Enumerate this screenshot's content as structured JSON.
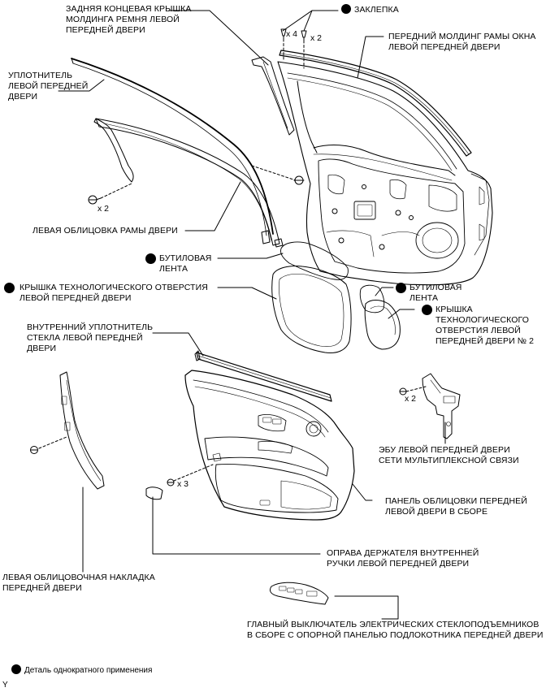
{
  "callouts": {
    "rear_cover": "ЗАДНЯЯ КОНЦЕВАЯ КРЫШКА\nМОЛДИНГА РЕМНЯ ЛЕВОЙ\nПЕРЕДНЕЙ ДВЕРИ",
    "rivet": "ЗАКЛЕПКА",
    "front_molding": "ПЕРЕДНИЙ МОЛДИНГ РАМЫ ОКНА\nЛЕВОЙ ПЕРЕДНЕЙ ДВЕРИ",
    "weatherstrip": "УПЛОТНИТЕЛЬ\nЛЕВОЙ ПЕРЕДНЕЙ\nДВЕРИ",
    "frame_garnish": "ЛЕВАЯ ОБЛИЦОВКА РАМЫ ДВЕРИ",
    "butyl_tape_1": "БУТИЛОВАЯ\nЛЕНТА",
    "service_cover": "КРЫШКА ТЕХНОЛОГИЧЕСКОГО ОТВЕРСТИЯ\nЛЕВОЙ ПЕРЕДНЕЙ ДВЕРИ",
    "butyl_tape_2": "БУТИЛОВАЯ\nЛЕНТА",
    "service_cover_2": "КРЫШКА\nТЕХНОЛОГИЧЕСКОГО\nОТВЕРСТИЯ ЛЕВОЙ\nПЕРЕДНЕЙ ДВЕРИ № 2",
    "inner_seal": "ВНУТРЕННИЙ УПЛОТНИТЕЛЬ\nСТЕКЛА ЛЕВОЙ ПЕРЕДНЕЙ\nДВЕРИ",
    "ecu": "ЭБУ ЛЕВОЙ ПЕРЕДНЕЙ ДВЕРИ\nСЕТИ МУЛЬТИПЛЕКСНОЙ СВЯЗИ",
    "trim_panel": "ПАНЕЛЬ ОБЛИЦОВКИ ПЕРЕДНЕЙ\nЛЕВОЙ ДВЕРИ В СБОРЕ",
    "handle_bezel": "ОПРАВА ДЕРЖАТЕЛЯ ВНУТРЕННЕЙ\nРУЧКИ ЛЕВОЙ ПЕРЕДНЕЙ ДВЕРИ",
    "lower_frame": "ЛЕВАЯ ОБЛИЦОВОЧНАЯ НАКЛАДКА\nПЕРЕДНЕЙ ДВЕРИ",
    "master_switch": "ГЛАВНЫЙ ВЫКЛЮЧАТЕЛЬ ЭЛЕКТРИЧЕСКИХ СТЕКЛОПОДЪЕМНИКОВ\nВ СБОРЕ С ОПОРНОЙ ПАНЕЛЬЮ ПОДЛОКОТНИКА ПЕРЕДНЕЙ ДВЕРИ"
  },
  "quantities": {
    "rivet_a": "x 4",
    "rivet_b": "x 2",
    "frame_clip": "x 2",
    "ecu_screw": "x 2",
    "trim_screw": "x 3"
  },
  "legend": {
    "text": "Деталь однократного применения"
  },
  "footer": {
    "text": "Y"
  }
}
